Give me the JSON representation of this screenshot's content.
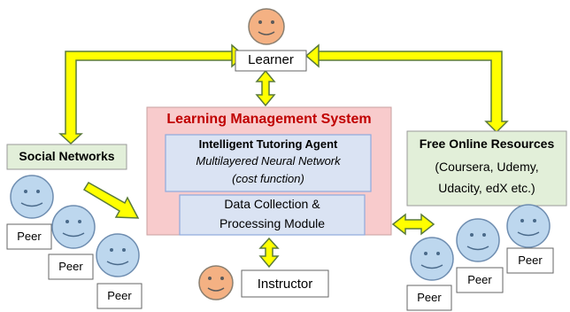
{
  "learner": {
    "label": "Learner"
  },
  "lms": {
    "title": "Learning Management System",
    "ita_title": "Intelligent Tutoring Agent",
    "ita_line1": "Multilayered Neural Network",
    "ita_line2": "(cost function)",
    "dc_line1": "Data Collection &",
    "dc_line2": "Processing Module"
  },
  "social": {
    "label": "Social Networks"
  },
  "resources": {
    "title": "Free Online Resources",
    "line1": "(Coursera, Udemy,",
    "line2": "Udacity, edX etc.)"
  },
  "instructor": {
    "label": "Instructor"
  },
  "peers_left": [
    "Peer",
    "Peer",
    "Peer"
  ],
  "peers_right": [
    "Peer",
    "Peer",
    "Peer"
  ],
  "colors": {
    "face_learner": "#f4b183",
    "face_peer": "#bdd7ee",
    "arrow_fill": "#ffff00",
    "arrow_stroke": "#5a7a3a",
    "lms_fill": "#f8cbcc",
    "inner_fill": "#dae3f3",
    "green_fill": "#e2efd9",
    "lms_title_color": "#c00000"
  }
}
